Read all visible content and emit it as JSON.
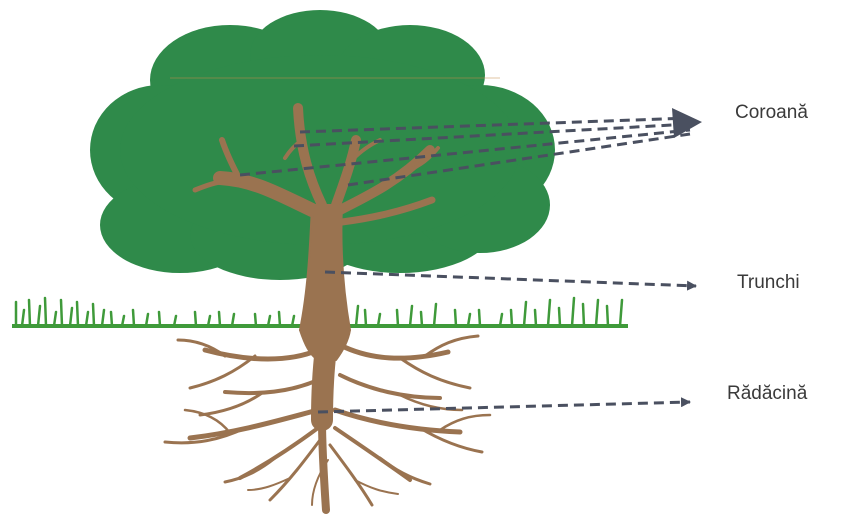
{
  "diagram": {
    "labels": {
      "crown": "Coroană",
      "trunk": "Trunchi",
      "roots": "Rădăcină"
    },
    "colors": {
      "crown": "#2f8a4a",
      "trunk": "#9a7350",
      "grass": "#3f9a3a",
      "arrow": "#4a5060",
      "background": "#ffffff"
    }
  }
}
